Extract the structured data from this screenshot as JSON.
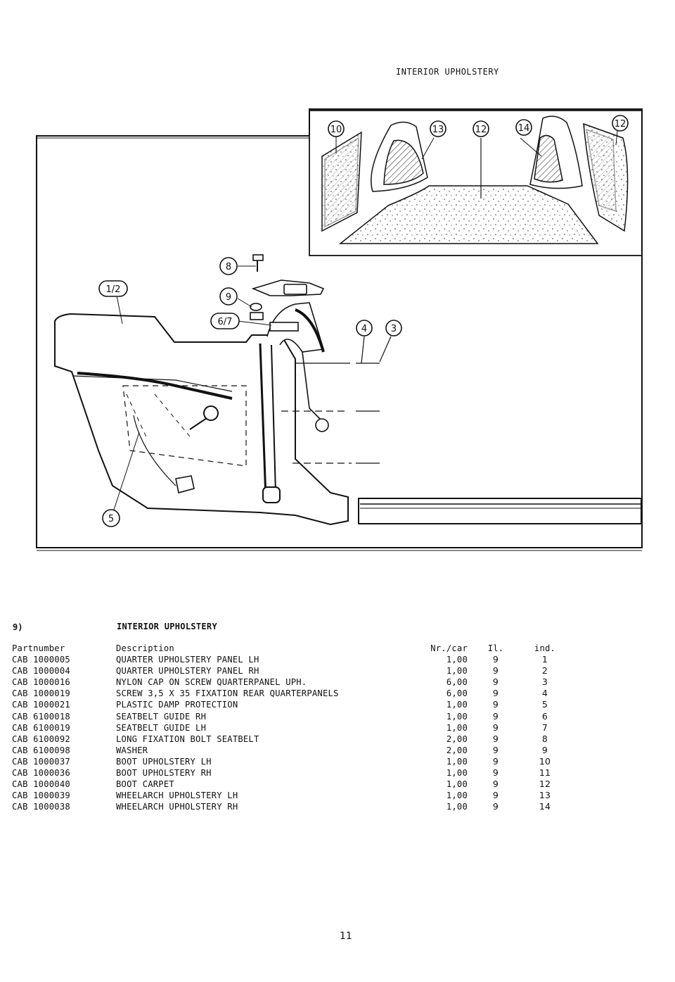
{
  "header": {
    "title": "INTERIOR UPHOLSTERY"
  },
  "figure": {
    "callouts": [
      "10",
      "13",
      "12",
      "14",
      "12",
      "8",
      "1/2",
      "9",
      "6/7",
      "4",
      "3",
      "5"
    ]
  },
  "section": {
    "number": "9)",
    "title": "INTERIOR UPHOLSTERY"
  },
  "table": {
    "headers": {
      "part": "Partnumber",
      "desc": "Description",
      "qty": "Nr./car",
      "il": "Il.",
      "ind": "ind."
    },
    "rows": [
      {
        "part": "CAB 1000005",
        "desc": "QUARTER UPHOLSTERY PANEL LH",
        "qty": "1,00",
        "il": "9",
        "ind": "1"
      },
      {
        "part": "CAB 1000004",
        "desc": "QUARTER UPHOLSTERY PANEL RH",
        "qty": "1,00",
        "il": "9",
        "ind": "2"
      },
      {
        "part": "CAB 1000016",
        "desc": "NYLON CAP ON SCREW QUARTERPANEL UPH.",
        "qty": "6,00",
        "il": "9",
        "ind": "3"
      },
      {
        "part": "CAB 1000019",
        "desc": "SCREW 3,5 X 35 FIXATION REAR QUARTERPANELS",
        "qty": "6,00",
        "il": "9",
        "ind": "4"
      },
      {
        "part": "CAB 1000021",
        "desc": "PLASTIC DAMP PROTECTION",
        "qty": "1,00",
        "il": "9",
        "ind": "5"
      },
      {
        "part": "CAB 6100018",
        "desc": "SEATBELT GUIDE RH",
        "qty": "1,00",
        "il": "9",
        "ind": "6"
      },
      {
        "part": "CAB 6100019",
        "desc": "SEATBELT GUIDE LH",
        "qty": "1,00",
        "il": "9",
        "ind": "7"
      },
      {
        "part": "CAB 6100092",
        "desc": "LONG FIXATION BOLT SEATBELT",
        "qty": "2,00",
        "il": "9",
        "ind": "8"
      },
      {
        "part": "CAB 6100098",
        "desc": "WASHER",
        "qty": "2,00",
        "il": "9",
        "ind": "9"
      },
      {
        "part": "CAB 1000037",
        "desc": "BOOT UPHOLSTERY LH",
        "qty": "1,00",
        "il": "9",
        "ind": "10"
      },
      {
        "part": "CAB 1000036",
        "desc": "BOOT UPHOLSTERY RH",
        "qty": "1,00",
        "il": "9",
        "ind": "11"
      },
      {
        "part": "CAB 1000040",
        "desc": "BOOT CARPET",
        "qty": "1,00",
        "il": "9",
        "ind": "12"
      },
      {
        "part": "CAB 1000039",
        "desc": "WHEELARCH UPHOLSTERY LH",
        "qty": "1,00",
        "il": "9",
        "ind": "13"
      },
      {
        "part": "CAB 1000038",
        "desc": "WHEELARCH UPHOLSTERY RH",
        "qty": "1,00",
        "il": "9",
        "ind": "14"
      }
    ]
  },
  "footer": {
    "page_number": "11"
  }
}
